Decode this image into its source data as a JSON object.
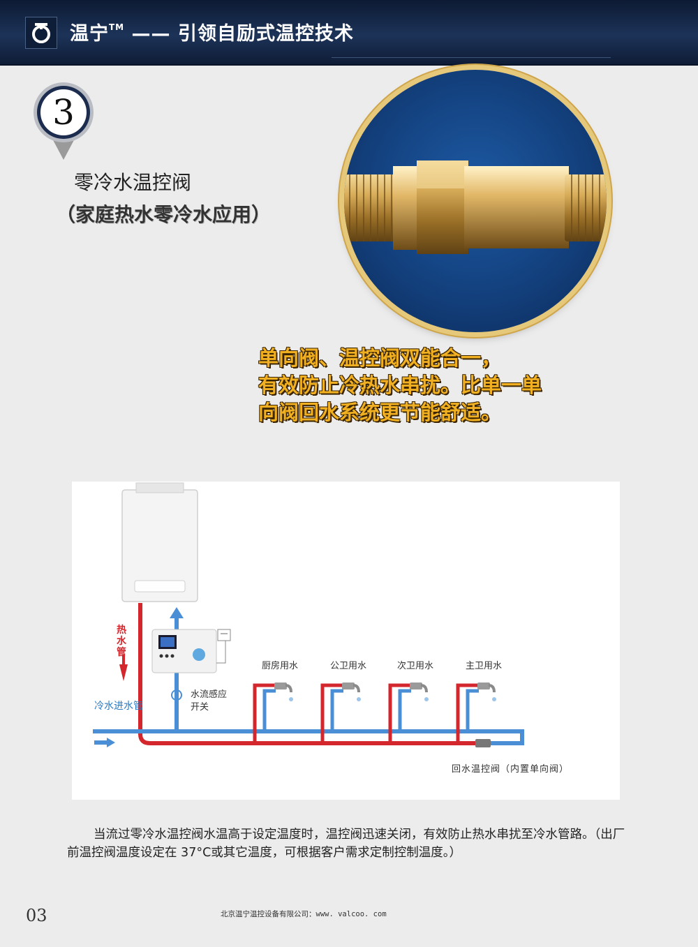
{
  "header": {
    "brand": "温宁",
    "trademark": "TM",
    "slogan": "—— 引领自励式温控技术",
    "logo_icon": "valve-logo-icon"
  },
  "section": {
    "number": "3",
    "title": "零冷水温控阀",
    "subtitle": "（家庭热水零冷水应用）"
  },
  "feature_lines": [
    "单向阀、温控阀双能合一，",
    "有效防止冷热水串扰。比单一单",
    "向阀回水系统更节能舒适。"
  ],
  "diagram": {
    "hot_pipe_label": "热水管",
    "cold_inlet_label": "冷水进水管",
    "sensor_switch_label": "水流感应开关",
    "faucets": [
      "厨房用水",
      "公卫用水",
      "次卫用水",
      "主卫用水"
    ],
    "return_valve_label": "回水温控阀（内置单向阀）",
    "colors": {
      "hot": "#d3272d",
      "cold": "#4a8fd6"
    }
  },
  "description": "当流过零冷水温控阀水温高于设定温度时，温控阀迅速关闭，有效防止热水串扰至冷水管路。（出厂前温控阀温度设定在 37°C或其它温度，可根据客户需求定制控制温度。）",
  "footer": {
    "page_number": "03",
    "company": "北京温宁温控设备有限公司：www. valcoo. com"
  }
}
